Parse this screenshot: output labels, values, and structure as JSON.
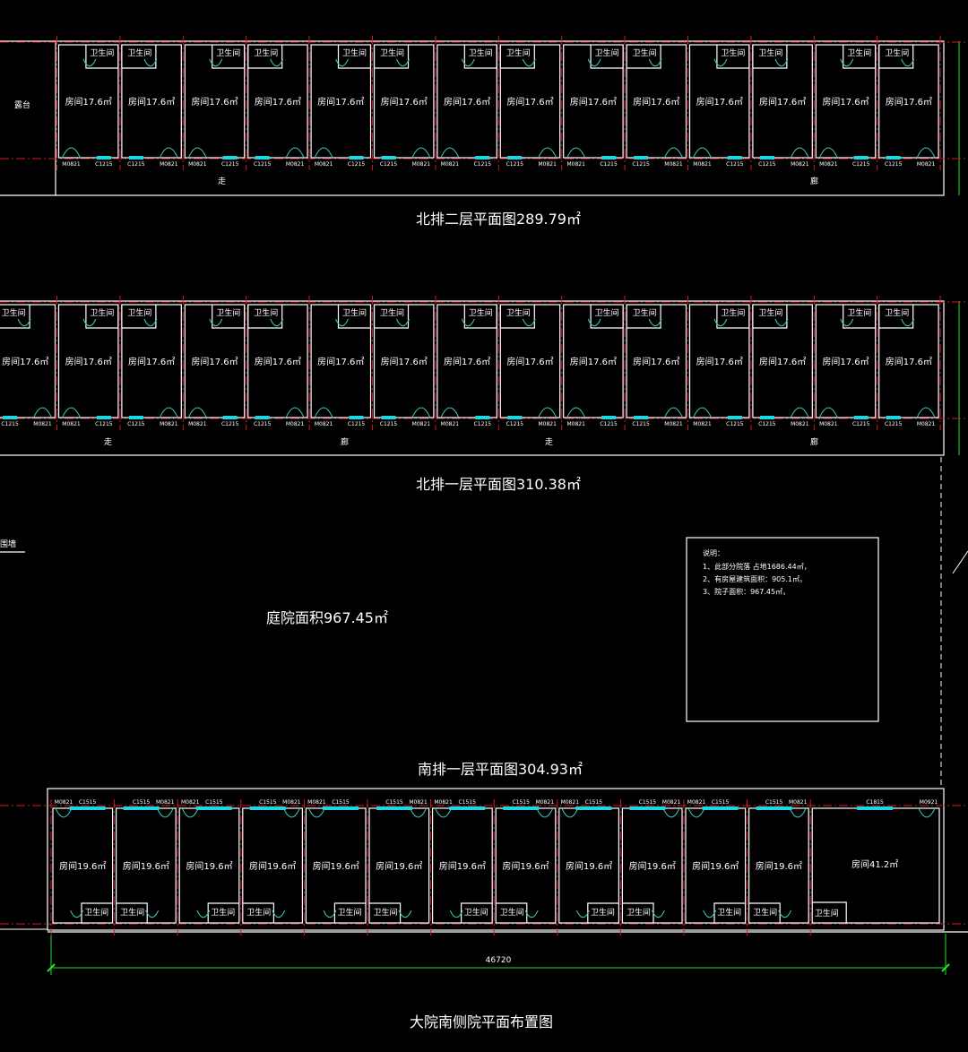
{
  "north_2f": {
    "title": "北排二层平面图289.79㎡",
    "terrace_label": "露台",
    "room_label": "房间17.6㎡",
    "room_count": 14,
    "bath_label": "卫生间",
    "door_label": "M0821",
    "window_label": "C1215",
    "corridor_labels": [
      "走",
      "廊"
    ]
  },
  "north_1f": {
    "title": "北排一层平面图310.38㎡",
    "room_label": "房间17.6㎡",
    "room_count": 15,
    "bath_label": "卫生间",
    "door_label": "M0821",
    "window_label": "C1215",
    "corridor_labels": [
      "走",
      "廊",
      "走",
      "廊"
    ]
  },
  "courtyard": {
    "label": "庭院面积967.45㎡",
    "wall_label": "围墙"
  },
  "notes": {
    "heading": "说明：",
    "lines": [
      "1、此部分院落 占地1686.44㎡，",
      "2、有房屋建筑面积：905.1㎡。",
      "3、院子面积：967.45㎡，"
    ]
  },
  "south_1f": {
    "title": "南排一层平面图304.93㎡",
    "room_label": "房间19.6㎡",
    "room_count": 12,
    "bath_label": "卫生间",
    "door_label": "M0821",
    "window_label": "C1515",
    "large_room_label": "房间41.2㎡",
    "large_window_label": "C1815",
    "large_door_label": "M0921"
  },
  "dimension": "46720",
  "drawing_title": "大院南侧院平面布置图",
  "colors": {
    "wall": "#ffffff",
    "axis": "#d21a2a",
    "door": "#3fc9b6",
    "window": "#1ad7e0",
    "dimension": "#22e02a"
  }
}
